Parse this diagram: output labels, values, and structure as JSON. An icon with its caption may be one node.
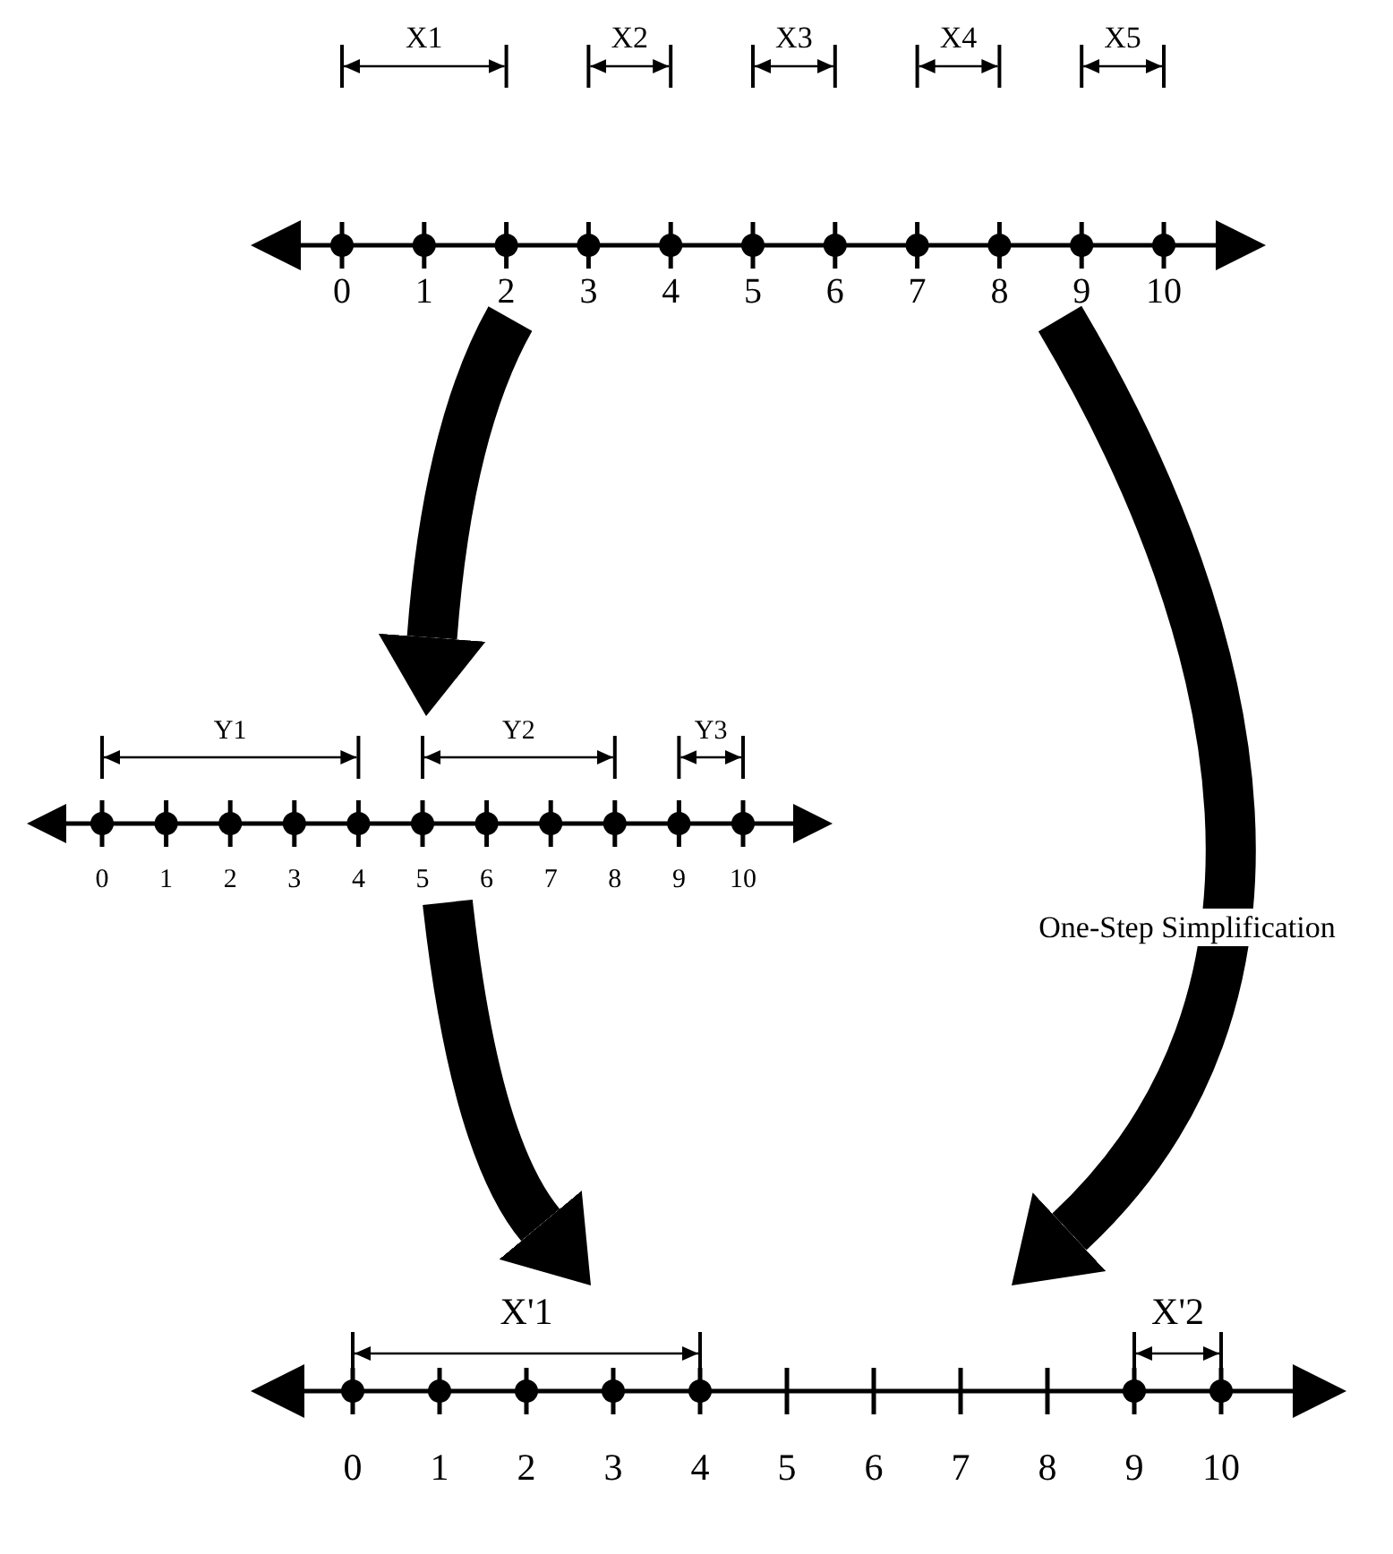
{
  "diagram": {
    "nodes": [
      {
        "text": [
          "X1",
          "X2",
          "X3",
          "X4",
          "X5",
          "0",
          "1",
          "2",
          "3",
          "4",
          "5",
          "6",
          "7",
          "8",
          "9",
          "10"
        ]
      },
      {
        "text": [
          "Y1",
          "Y2",
          "Y3",
          "0",
          "1",
          "2",
          "3",
          "4",
          "5",
          "6",
          "7",
          "8",
          "9",
          "10"
        ]
      },
      {
        "text": [
          "X'1",
          "X'2",
          "0",
          "1",
          "2",
          "3",
          "4",
          "5",
          "6",
          "7",
          "8",
          "9",
          "10"
        ]
      }
    ],
    "edges": [
      {
        "from": 0,
        "to": 1,
        "arrow": "to"
      },
      {
        "from": 1,
        "to": 2,
        "arrow": "to"
      },
      {
        "from": 0,
        "to": 2,
        "arrow": "to",
        "label": "One-Step Simplification"
      }
    ]
  }
}
